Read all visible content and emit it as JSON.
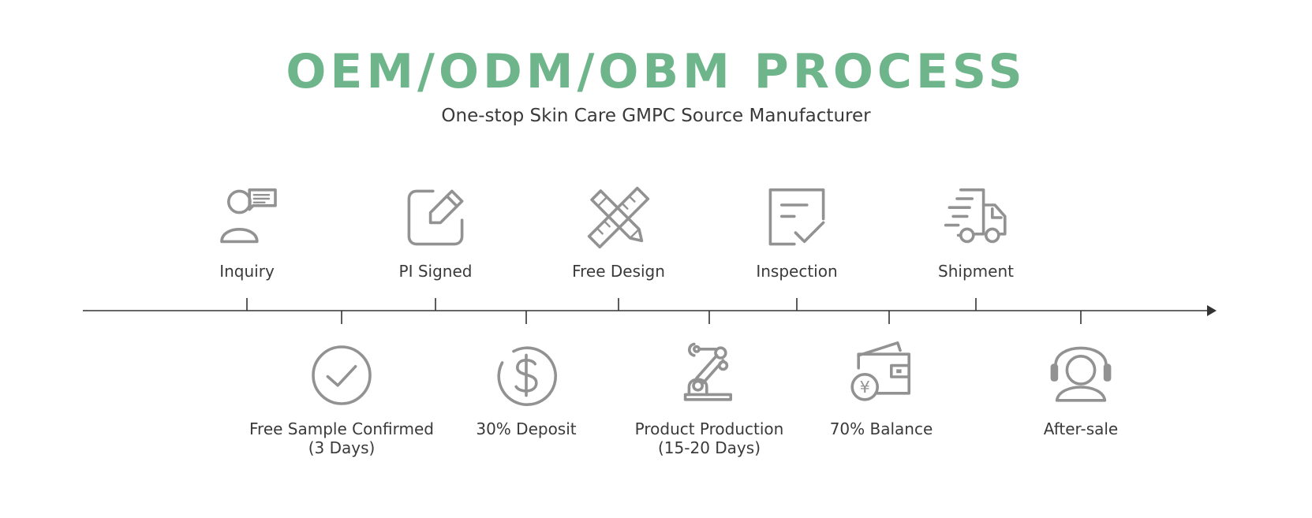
{
  "header": {
    "title": "OEM/ODM/OBM PROCESS",
    "subtitle": "One-stop Skin Care GMPC Source Manufacturer"
  },
  "colors": {
    "title": "#6fb58b",
    "icon": "#929292",
    "text": "#3a3a3a",
    "line": "#333333"
  },
  "steps": [
    {
      "label": "Inquiry",
      "note": "",
      "position": "above",
      "icon": "person-chat-icon"
    },
    {
      "label": "Free Sample Confirmed",
      "note": "(3 Days)",
      "position": "below",
      "icon": "check-circle-icon"
    },
    {
      "label": "PI Signed",
      "note": "",
      "position": "above",
      "icon": "edit-square-icon"
    },
    {
      "label": "30% Deposit",
      "note": "",
      "position": "below",
      "icon": "dollar-circle-icon"
    },
    {
      "label": "Free Design",
      "note": "",
      "position": "above",
      "icon": "ruler-pencil-icon"
    },
    {
      "label": "Product Production",
      "note": "(15-20 Days)",
      "position": "below",
      "icon": "robot-arm-icon"
    },
    {
      "label": "Inspection",
      "note": "",
      "position": "above",
      "icon": "document-check-icon"
    },
    {
      "label": "70% Balance",
      "note": "",
      "position": "below",
      "icon": "wallet-yen-icon"
    },
    {
      "label": "Shipment",
      "note": "",
      "position": "above",
      "icon": "delivery-truck-icon"
    },
    {
      "label": "After-sale",
      "note": "",
      "position": "below",
      "icon": "headset-support-icon"
    }
  ]
}
